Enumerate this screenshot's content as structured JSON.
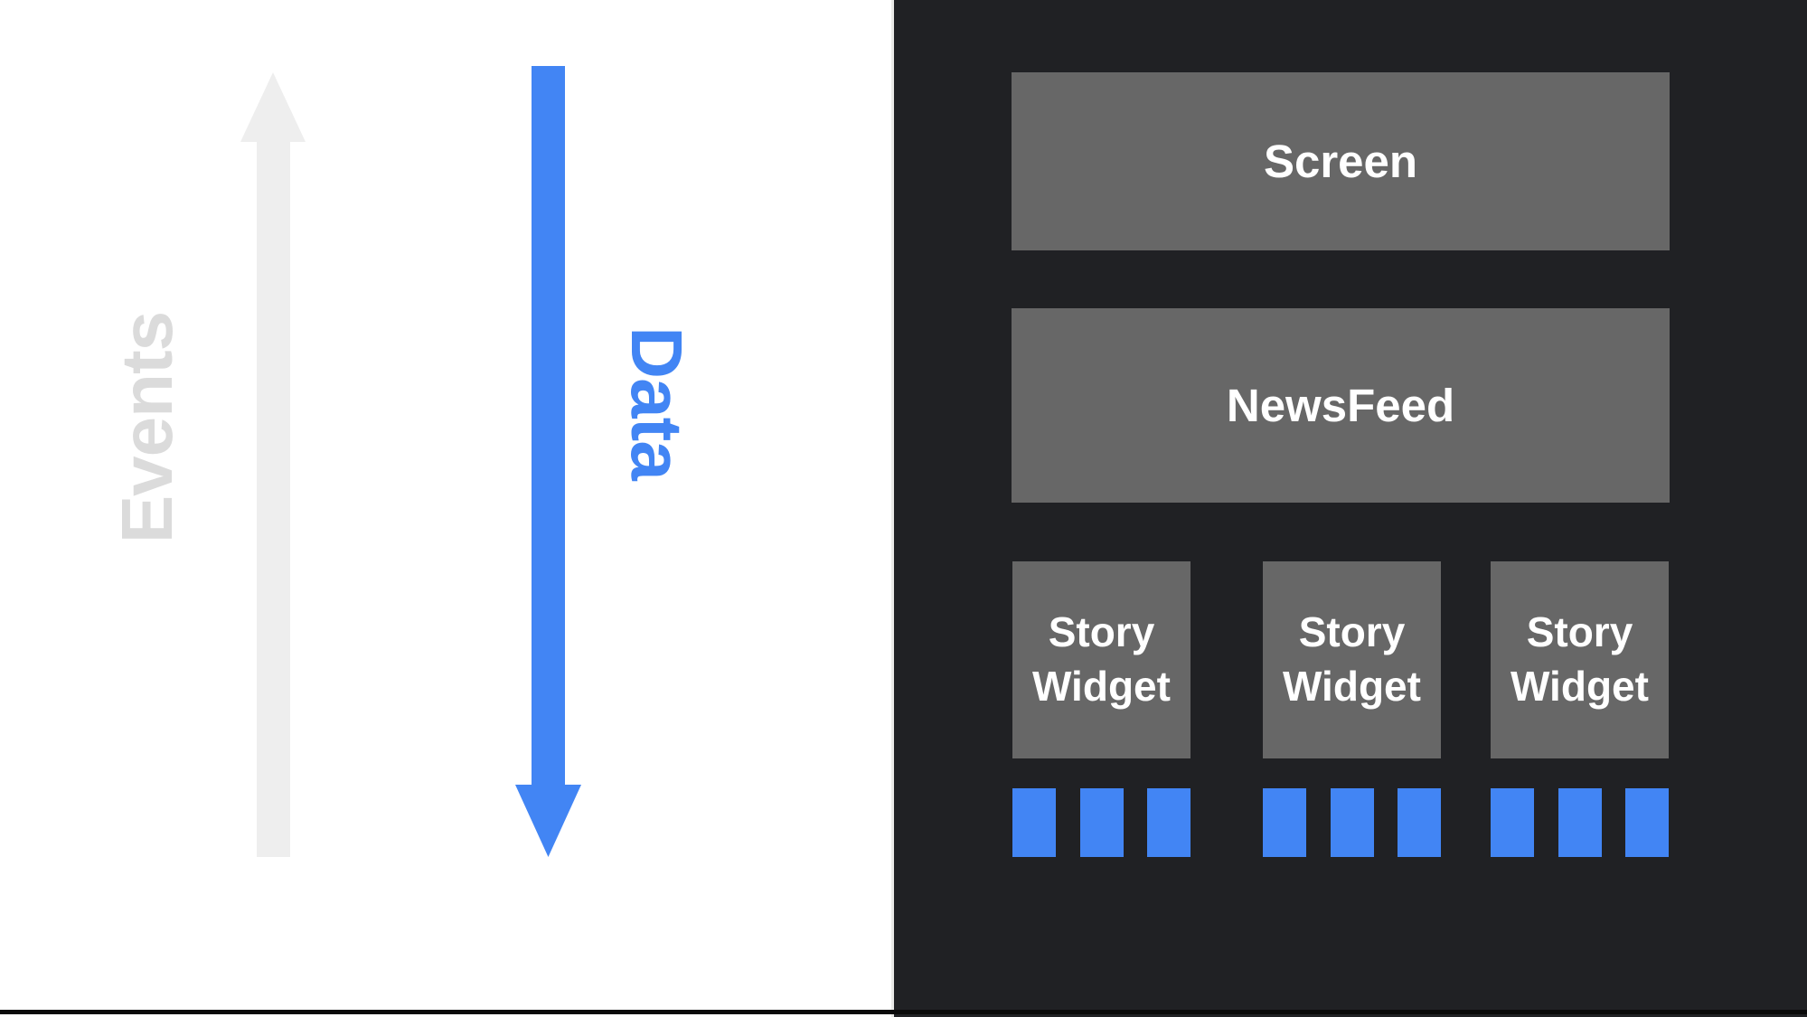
{
  "colors": {
    "left_background": "#ffffff",
    "right_background": "#202124",
    "box_gray": "#676767",
    "box_text_white": "#ffffff",
    "accent_blue": "#4285f4",
    "arrow_light_gray": "#eeeeee",
    "events_text_gray": "#dbdbdb",
    "edge_line_gray": "#e9e9e7",
    "bottom_bar_black": "#0a0a0a"
  },
  "flow": {
    "events": {
      "label": "Events",
      "direction": "up"
    },
    "data": {
      "label": "Data",
      "direction": "down"
    }
  },
  "widget_tree": {
    "screen": {
      "label": "Screen"
    },
    "newsfeed": {
      "label": "NewsFeed"
    },
    "story_widgets": [
      {
        "label": "Story Widget",
        "data_blocks": 3
      },
      {
        "label": "Story Widget",
        "data_blocks": 3
      },
      {
        "label": "Story Widget",
        "data_blocks": 3
      }
    ]
  }
}
